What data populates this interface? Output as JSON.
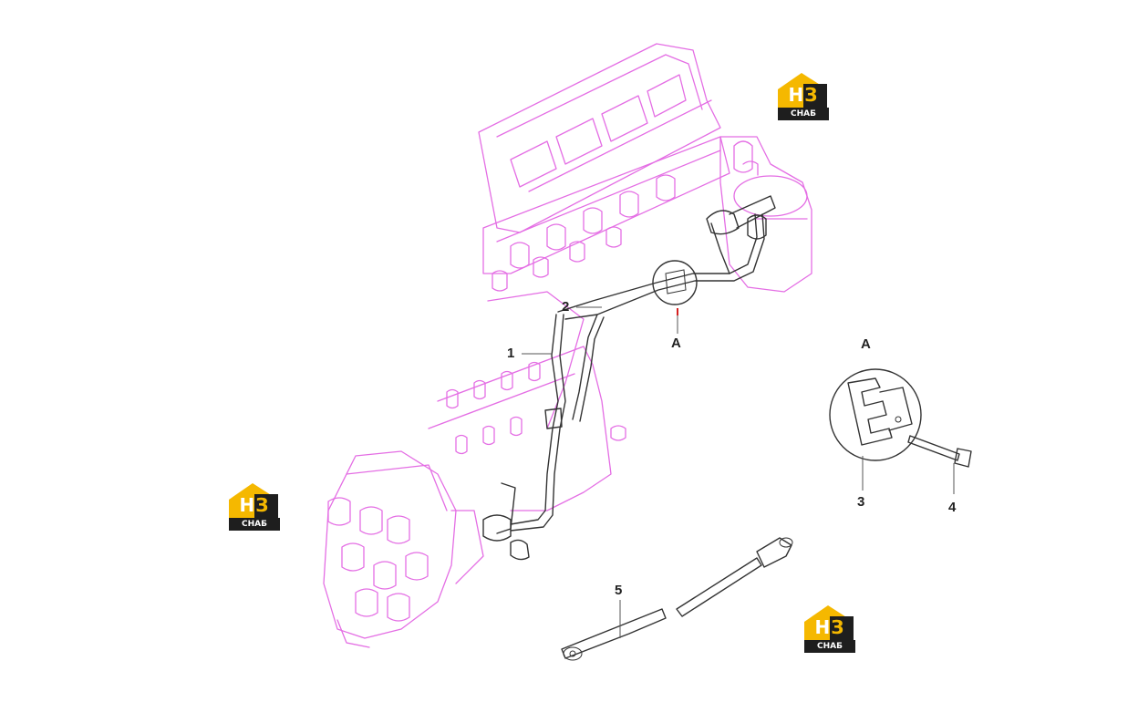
{
  "callouts": {
    "part1": "1",
    "part2": "2",
    "partA": "A",
    "detailA": "A",
    "part3": "3",
    "part4": "4",
    "part5": "5"
  },
  "logo": {
    "letter1": "Н",
    "letter2": "З",
    "subtitle": "СНАБ",
    "accent_color": "#f5b800",
    "dark_color": "#1e1e1e"
  },
  "colors": {
    "engine_outline": "#e46ee4",
    "parts_outline": "#333333",
    "leader_line": "#555555",
    "marker": "#d62020"
  }
}
